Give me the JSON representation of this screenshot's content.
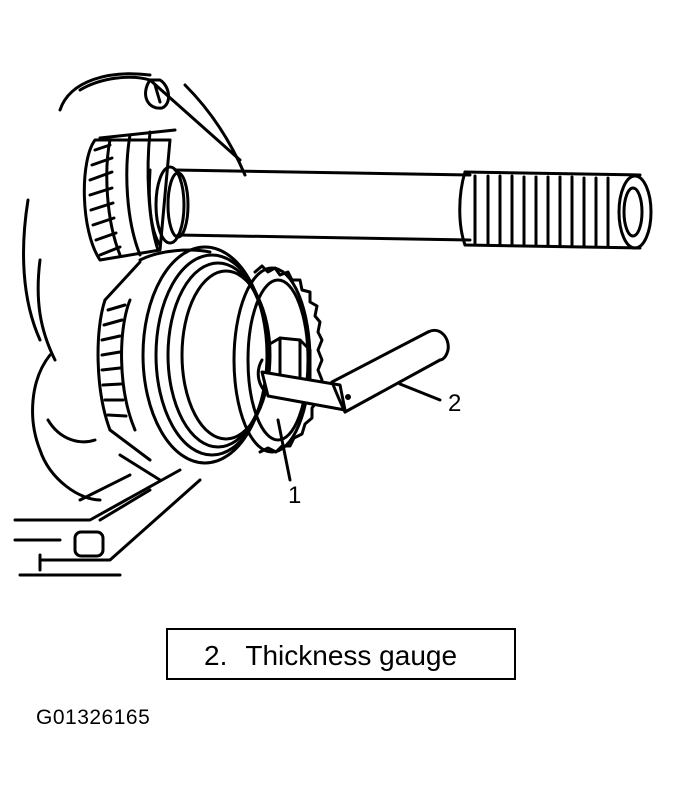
{
  "callouts": {
    "one": "1",
    "two": "2"
  },
  "legend": {
    "number": "2.",
    "text": "Thickness gauge"
  },
  "figure_id": "G01326165",
  "colors": {
    "ink": "#000000",
    "paper": "#ffffff"
  }
}
